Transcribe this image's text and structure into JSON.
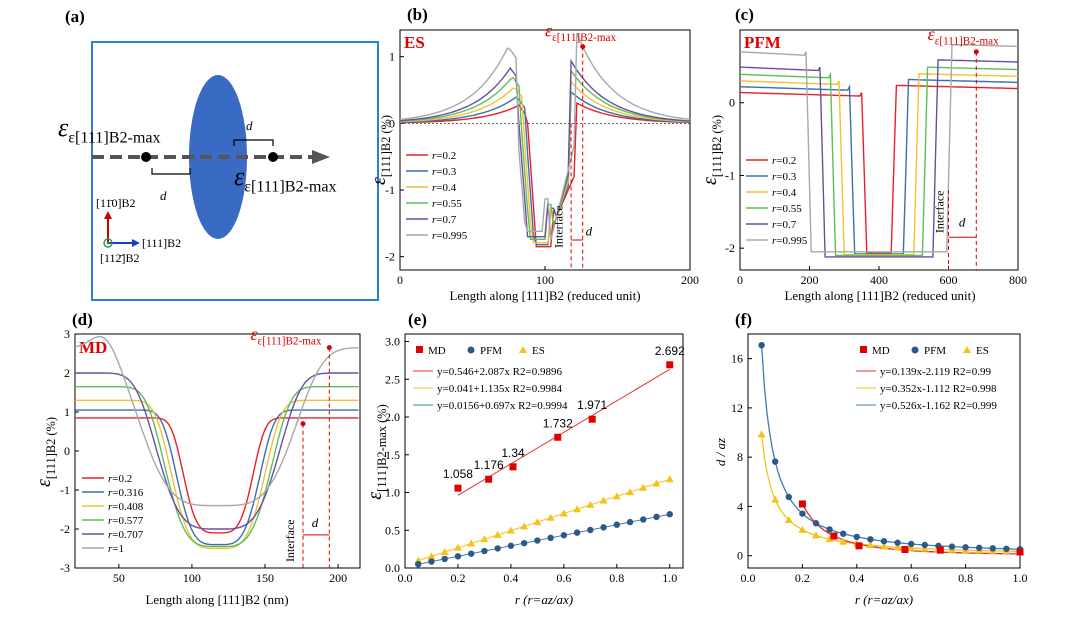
{
  "colors": {
    "series6": [
      "#e8202a",
      "#3a6fb0",
      "#f1c232",
      "#5cbf5c",
      "#6a4fa0",
      "#a8a8a8"
    ],
    "md": "#e00000",
    "pfm": "#2b5a8a",
    "es": "#f5c21a",
    "ellipse": "#3a6bc4",
    "frame": "#2a7fd0"
  },
  "panel_a": {
    "label": "(a)",
    "eps_left": "ε[111]B2-max",
    "eps_right": "ε[111]B2-max",
    "d_top": "d",
    "d_bottom": "d",
    "axis_y": "[11̄0]B2",
    "axis_x": "[111]B2",
    "axis_z": "[112̄]B2"
  },
  "chart_data": [
    {
      "panel": "(b)",
      "tag": "ES",
      "type": "line",
      "xlabel": "Length along [111]B2 (reduced unit)",
      "ylabel": "ε[111]B2 (%)",
      "xlim": [
        0,
        200
      ],
      "ylim": [
        -2.2,
        1.4
      ],
      "xticks": [
        0,
        100,
        200
      ],
      "yticks": [
        -2,
        -1,
        0,
        1
      ],
      "annotation": "ε[111]B2-max",
      "interface_label": "Interface",
      "d_label": "d",
      "series": [
        {
          "name": "r=0.2",
          "peak": 0.27,
          "min": -1.85,
          "peak_x": 125
        },
        {
          "name": "r=0.3",
          "peak": 0.4,
          "min": -1.82,
          "peak_x": 122
        },
        {
          "name": "r=0.4",
          "peak": 0.55,
          "min": -1.79,
          "peak_x": 121
        },
        {
          "name": "r=0.55",
          "peak": 0.7,
          "min": -1.74,
          "peak_x": 121
        },
        {
          "name": "r=0.7",
          "peak": 0.83,
          "min": -1.7,
          "peak_x": 121
        },
        {
          "name": "r=0.995",
          "peak": 1.15,
          "min": -1.62,
          "peak_x": 126
        }
      ]
    },
    {
      "panel": "(c)",
      "tag": "PFM",
      "type": "line",
      "xlabel": "Length along [111]B2 (reduced unit)",
      "ylabel": "ε[111]B2 (%)",
      "xlim": [
        0,
        800
      ],
      "ylim": [
        -2.3,
        1.0
      ],
      "xticks": [
        0,
        200,
        400,
        600,
        800
      ],
      "yticks": [
        -2,
        -1,
        0
      ],
      "annotation": "ε[111]B2-max",
      "interface_label": "Interface",
      "d_label": "d",
      "series": [
        {
          "name": "r=0.2",
          "plateau": 0.14,
          "min": -2.07,
          "edge": 440
        },
        {
          "name": "r=0.3",
          "plateau": 0.22,
          "min": -2.08,
          "edge": 475
        },
        {
          "name": "r=0.4",
          "plateau": 0.3,
          "min": -2.09,
          "edge": 505
        },
        {
          "name": "r=0.55",
          "plateau": 0.39,
          "min": -2.1,
          "edge": 530
        },
        {
          "name": "r=0.7",
          "plateau": 0.49,
          "min": -2.12,
          "edge": 560
        },
        {
          "name": "r=0.995",
          "plateau": 0.7,
          "min": -2.05,
          "edge": 600
        }
      ]
    },
    {
      "panel": "(d)",
      "tag": "MD",
      "type": "line",
      "xlabel": "Length along [111]B2 (nm)",
      "ylabel": "ε[111]B2 (%)",
      "xlim": [
        20,
        215
      ],
      "ylim": [
        -3,
        3
      ],
      "xticks": [
        50,
        100,
        150,
        200
      ],
      "yticks": [
        -3,
        -2,
        -1,
        0,
        1,
        2,
        3
      ],
      "annotation": "ε[111]B2-max",
      "interface_label": "Interface",
      "d_label": "d",
      "series": [
        {
          "name": "r=0.2",
          "plateau": 0.85,
          "min": -2.1,
          "w": 26
        },
        {
          "name": "r=0.316",
          "plateau": 1.05,
          "min": -2.4,
          "w": 31
        },
        {
          "name": "r=0.408",
          "plateau": 1.3,
          "min": -2.5,
          "w": 35
        },
        {
          "name": "r=0.577",
          "plateau": 1.65,
          "min": -2.45,
          "w": 40
        },
        {
          "name": "r=0.707",
          "plateau": 2.0,
          "min": -2.0,
          "w": 46
        },
        {
          "name": "r=1",
          "plateau": 2.65,
          "min": -1.4,
          "w": 58
        }
      ]
    },
    {
      "panel": "(e)",
      "type": "scatter",
      "xlabel": "r (r=az/ax)",
      "ylabel": "ε[111]B2-max (%)",
      "xlim": [
        0,
        1.05
      ],
      "ylim": [
        0,
        3.1
      ],
      "xticks": [
        0.0,
        0.2,
        0.4,
        0.6,
        0.8,
        1.0
      ],
      "yticks": [
        0.0,
        0.5,
        1.0,
        1.5,
        2.0,
        2.5,
        3.0
      ],
      "legend": [
        "MD",
        "PFM",
        "ES"
      ],
      "fits": [
        "y=0.546+2.087x R2=0.9896",
        "y=0.041+1.135x R2=0.9984",
        "y=0.0156+0.697x R2=0.9994"
      ],
      "md": {
        "x": [
          0.2,
          0.316,
          0.408,
          0.577,
          0.707,
          1.0
        ],
        "y": [
          1.058,
          1.176,
          1.34,
          1.732,
          1.971,
          2.692
        ],
        "labels": [
          "1.058",
          "1.176",
          "1.34",
          "1.732",
          "1.971",
          "2.692"
        ]
      },
      "es_fit": [
        0.041,
        1.135
      ],
      "pfm_fit": [
        0.0156,
        0.697
      ],
      "md_fit": [
        0.546,
        2.087
      ]
    },
    {
      "panel": "(f)",
      "type": "scatter",
      "xlabel": "r (r=az/ax)",
      "ylabel": "d / az",
      "xlim": [
        0,
        1.0
      ],
      "ylim": [
        -1,
        18
      ],
      "xticks": [
        0.0,
        0.2,
        0.4,
        0.6,
        0.8,
        1.0
      ],
      "yticks": [
        0,
        4,
        8,
        12,
        16
      ],
      "legend": [
        "MD",
        "PFM",
        "ES"
      ],
      "fits": [
        "y=0.139x-2.119 R2=0.99",
        "y=0.352x-1.112 R2=0.998",
        "y=0.526x-1.162 R2=0.999"
      ],
      "md": {
        "x": [
          0.2,
          0.316,
          0.408,
          0.577,
          0.707,
          1.0
        ],
        "y": [
          4.2,
          1.6,
          0.8,
          0.5,
          0.45,
          0.3
        ]
      },
      "pfm_fit": [
        0.526,
        -1.162
      ],
      "es_fit": [
        0.352,
        -1.112
      ],
      "md_fit": [
        0.139,
        -2.119
      ]
    }
  ]
}
